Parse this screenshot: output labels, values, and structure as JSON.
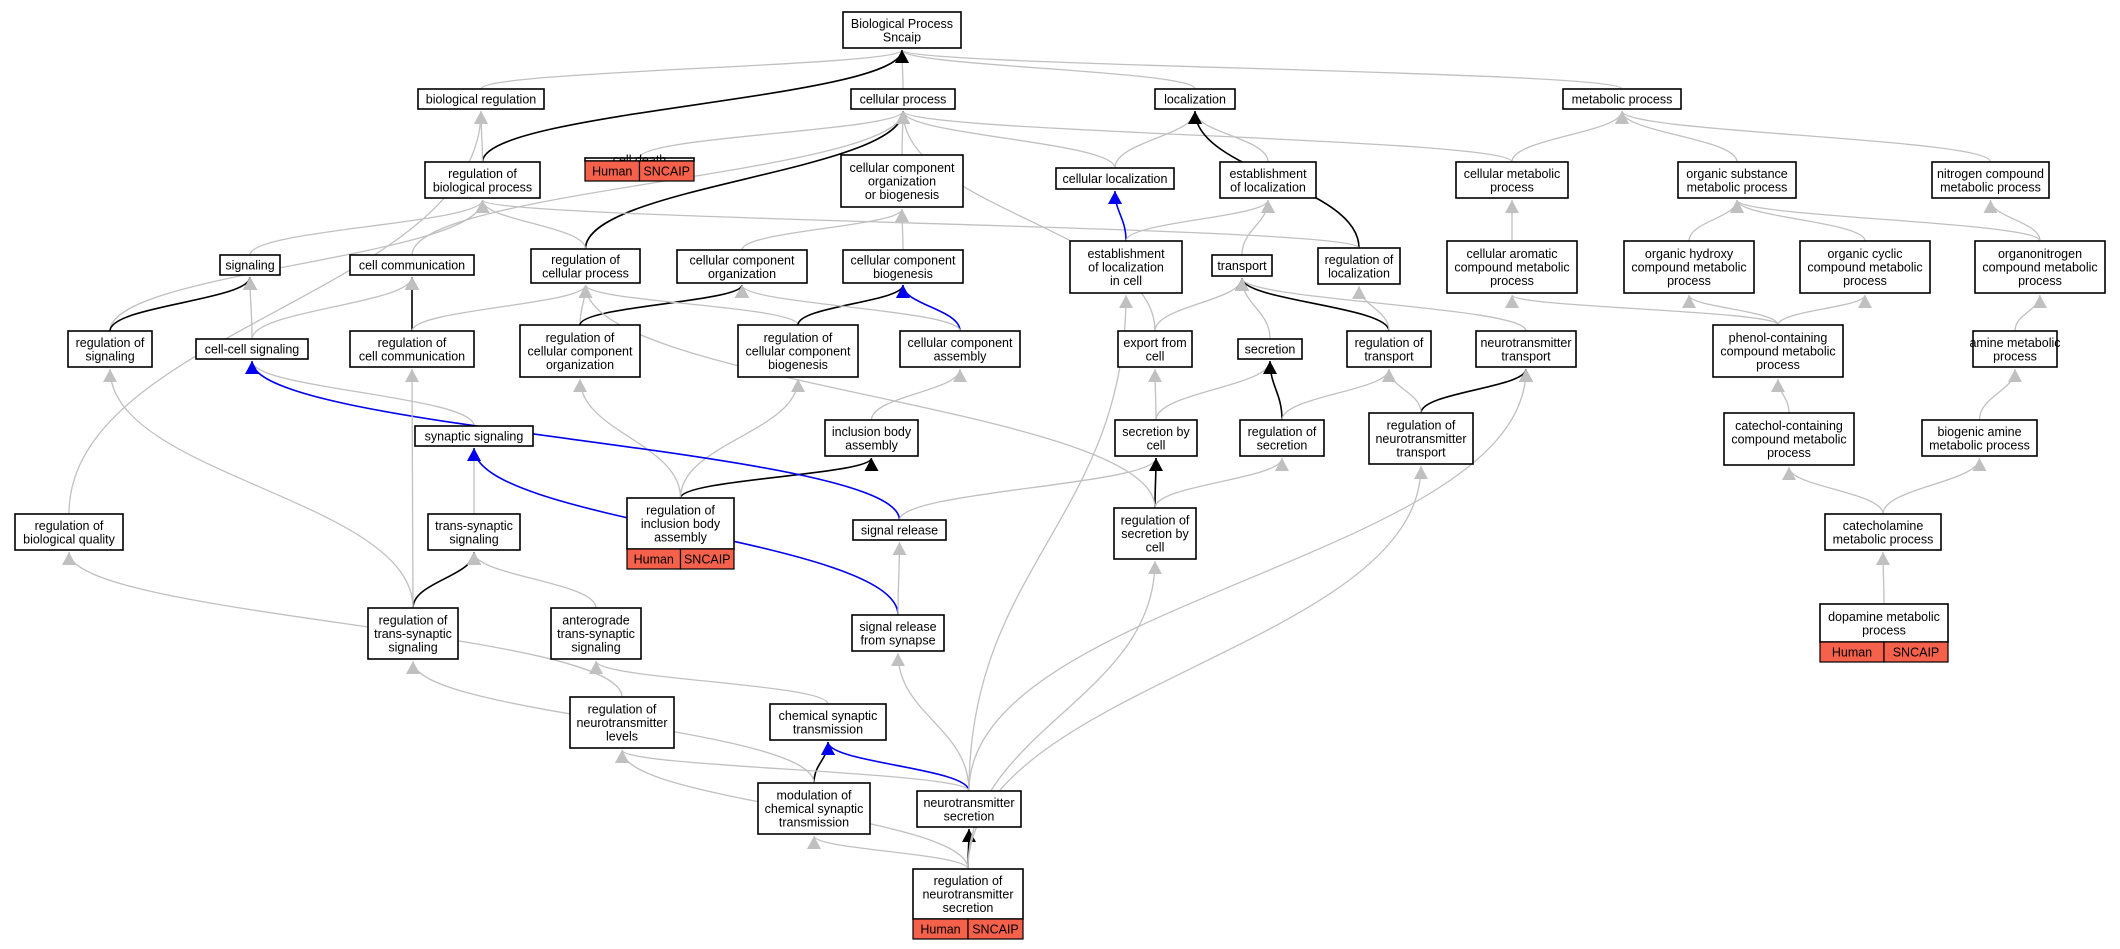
{
  "colors": {
    "edge_gray": "#c0c0c0",
    "edge_black": "#000000",
    "edge_blue": "#0000ee",
    "node_fill": "#ffffff",
    "badge_fill": "#f5614b"
  },
  "nodes": {
    "bp": {
      "lines": [
        "Biological Process",
        "Sncaip"
      ]
    },
    "breg": {
      "lines": [
        "biological regulation"
      ]
    },
    "cp": {
      "lines": [
        "cellular process"
      ]
    },
    "loc": {
      "lines": [
        "localization"
      ]
    },
    "mp": {
      "lines": [
        "metabolic process"
      ]
    },
    "rbp": {
      "lines": [
        "regulation of",
        "biological process"
      ]
    },
    "cd": {
      "lines": [
        "cell death"
      ],
      "badge": [
        "Human",
        "SNCAIP"
      ]
    },
    "ccob": {
      "lines": [
        "cellular component",
        "organization",
        "or biogenesis"
      ]
    },
    "cloc": {
      "lines": [
        "cellular localization"
      ]
    },
    "eloc": {
      "lines": [
        "establishment",
        "of localization"
      ]
    },
    "cmp": {
      "lines": [
        "cellular metabolic",
        "process"
      ]
    },
    "osmp": {
      "lines": [
        "organic substance",
        "metabolic process"
      ]
    },
    "ncmp": {
      "lines": [
        "nitrogen compound",
        "metabolic process"
      ]
    },
    "sig": {
      "lines": [
        "signaling"
      ]
    },
    "cc": {
      "lines": [
        "cell communication"
      ]
    },
    "rcp": {
      "lines": [
        "regulation of",
        "cellular process"
      ]
    },
    "cco": {
      "lines": [
        "cellular component",
        "organization"
      ]
    },
    "ccb": {
      "lines": [
        "cellular component",
        "biogenesis"
      ]
    },
    "elic": {
      "lines": [
        "establishment",
        "of localization",
        "in cell"
      ]
    },
    "tr": {
      "lines": [
        "transport"
      ]
    },
    "rloc": {
      "lines": [
        "regulation of",
        "localization"
      ]
    },
    "cacmp": {
      "lines": [
        "cellular aromatic",
        "compound metabolic",
        "process"
      ]
    },
    "ohcmp": {
      "lines": [
        "organic hydroxy",
        "compound metabolic",
        "process"
      ]
    },
    "occmp": {
      "lines": [
        "organic cyclic",
        "compound metabolic",
        "process"
      ]
    },
    "oncmp": {
      "lines": [
        "organonitrogen",
        "compound metabolic",
        "process"
      ]
    },
    "rsig": {
      "lines": [
        "regulation of",
        "signaling"
      ]
    },
    "ccs": {
      "lines": [
        "cell-cell signaling"
      ]
    },
    "rcc": {
      "lines": [
        "regulation of",
        "cell communication"
      ]
    },
    "rcco": {
      "lines": [
        "regulation of",
        "cellular component",
        "organization"
      ]
    },
    "rccb": {
      "lines": [
        "regulation of",
        "cellular component",
        "biogenesis"
      ]
    },
    "cca": {
      "lines": [
        "cellular component",
        "assembly"
      ]
    },
    "efc": {
      "lines": [
        "export from",
        "cell"
      ]
    },
    "sec": {
      "lines": [
        "secretion"
      ]
    },
    "rtr": {
      "lines": [
        "regulation of",
        "transport"
      ]
    },
    "ntt": {
      "lines": [
        "neurotransmitter",
        "transport"
      ]
    },
    "pccmp": {
      "lines": [
        "phenol-containing",
        "compound metabolic",
        "process"
      ]
    },
    "amp": {
      "lines": [
        "amine metabolic",
        "process"
      ]
    },
    "ssig": {
      "lines": [
        "synaptic signaling"
      ]
    },
    "iba": {
      "lines": [
        "inclusion body",
        "assembly"
      ]
    },
    "sbc": {
      "lines": [
        "secretion by",
        "cell"
      ]
    },
    "rsec": {
      "lines": [
        "regulation of",
        "secretion"
      ]
    },
    "rntt": {
      "lines": [
        "regulation of",
        "neurotransmitter",
        "transport"
      ]
    },
    "ctcmp": {
      "lines": [
        "catechol-containing",
        "compound metabolic",
        "process"
      ]
    },
    "bamp": {
      "lines": [
        "biogenic amine",
        "metabolic process"
      ]
    },
    "rbq": {
      "lines": [
        "regulation of",
        "biological quality"
      ]
    },
    "tss": {
      "lines": [
        "trans-synaptic",
        "signaling"
      ]
    },
    "riba": {
      "lines": [
        "regulation of",
        "inclusion body",
        "assembly"
      ],
      "badge": [
        "Human",
        "SNCAIP"
      ]
    },
    "sr": {
      "lines": [
        "signal release"
      ]
    },
    "rsbc": {
      "lines": [
        "regulation of",
        "secretion by",
        "cell"
      ]
    },
    "camp": {
      "lines": [
        "catecholamine",
        "metabolic process"
      ]
    },
    "rtss": {
      "lines": [
        "regulation of",
        "trans-synaptic",
        "signaling"
      ]
    },
    "atss": {
      "lines": [
        "anterograde",
        "trans-synaptic",
        "signaling"
      ]
    },
    "srfs": {
      "lines": [
        "signal release",
        "from synapse"
      ]
    },
    "dmp": {
      "lines": [
        "dopamine metabolic",
        "process"
      ],
      "badge": [
        "Human",
        "SNCAIP"
      ]
    },
    "rntl": {
      "lines": [
        "regulation of",
        "neurotransmitter",
        "levels"
      ]
    },
    "cst": {
      "lines": [
        "chemical synaptic",
        "transmission"
      ]
    },
    "mcst": {
      "lines": [
        "modulation of",
        "chemical synaptic",
        "transmission"
      ]
    },
    "nts": {
      "lines": [
        "neurotransmitter",
        "secretion"
      ]
    },
    "rnts": {
      "lines": [
        "regulation of",
        "neurotransmitter",
        "secretion"
      ],
      "badge": [
        "Human",
        "SNCAIP"
      ]
    }
  },
  "edges": [
    {
      "from": "breg",
      "to": "bp",
      "color": "gray"
    },
    {
      "from": "cp",
      "to": "bp",
      "color": "gray"
    },
    {
      "from": "loc",
      "to": "bp",
      "color": "gray"
    },
    {
      "from": "mp",
      "to": "bp",
      "color": "gray"
    },
    {
      "from": "rbp",
      "to": "bp",
      "color": "black"
    },
    {
      "from": "rbp",
      "to": "breg",
      "color": "gray"
    },
    {
      "from": "cd",
      "to": "cp",
      "color": "gray"
    },
    {
      "from": "ccob",
      "to": "cp",
      "color": "gray"
    },
    {
      "from": "cloc",
      "to": "cp",
      "color": "gray"
    },
    {
      "from": "cmp",
      "to": "cp",
      "color": "gray"
    },
    {
      "from": "cloc",
      "to": "loc",
      "color": "gray"
    },
    {
      "from": "eloc",
      "to": "loc",
      "color": "gray"
    },
    {
      "from": "rloc",
      "to": "loc",
      "color": "black"
    },
    {
      "from": "cmp",
      "to": "mp",
      "color": "gray"
    },
    {
      "from": "osmp",
      "to": "mp",
      "color": "gray"
    },
    {
      "from": "ncmp",
      "to": "mp",
      "color": "gray"
    },
    {
      "from": "rcp",
      "to": "cp",
      "color": "black"
    },
    {
      "from": "rcp",
      "to": "rbp",
      "color": "gray"
    },
    {
      "from": "sig",
      "to": "rbp",
      "color": "gray"
    },
    {
      "from": "rsig",
      "to": "rbp",
      "color": "gray"
    },
    {
      "from": "rloc",
      "to": "rbp",
      "color": "gray"
    },
    {
      "from": "rsig",
      "to": "sig",
      "color": "black"
    },
    {
      "from": "ccs",
      "to": "sig",
      "color": "gray"
    },
    {
      "from": "rcc",
      "to": "cc",
      "color": "black"
    },
    {
      "from": "ccs",
      "to": "cc",
      "color": "gray"
    },
    {
      "from": "cc",
      "to": "cp",
      "color": "gray"
    },
    {
      "from": "cco",
      "to": "ccob",
      "color": "gray"
    },
    {
      "from": "ccb",
      "to": "ccob",
      "color": "gray"
    },
    {
      "from": "elic",
      "to": "cloc",
      "color": "blue"
    },
    {
      "from": "elic",
      "to": "eloc",
      "color": "gray"
    },
    {
      "from": "tr",
      "to": "eloc",
      "color": "gray"
    },
    {
      "from": "cacmp",
      "to": "cmp",
      "color": "gray"
    },
    {
      "from": "ohcmp",
      "to": "osmp",
      "color": "gray"
    },
    {
      "from": "occmp",
      "to": "osmp",
      "color": "gray"
    },
    {
      "from": "oncmp",
      "to": "osmp",
      "color": "gray"
    },
    {
      "from": "oncmp",
      "to": "ncmp",
      "color": "gray"
    },
    {
      "from": "rcc",
      "to": "rcp",
      "color": "gray"
    },
    {
      "from": "rcco",
      "to": "rcp",
      "color": "gray"
    },
    {
      "from": "rcco",
      "to": "cco",
      "color": "black"
    },
    {
      "from": "rccb",
      "to": "rcp",
      "color": "gray"
    },
    {
      "from": "rccb",
      "to": "ccb",
      "color": "black"
    },
    {
      "from": "cca",
      "to": "ccb",
      "color": "blue"
    },
    {
      "from": "cca",
      "to": "cco",
      "color": "gray"
    },
    {
      "from": "efc",
      "to": "tr",
      "color": "gray"
    },
    {
      "from": "efc",
      "to": "cp",
      "color": "gray"
    },
    {
      "from": "sec",
      "to": "tr",
      "color": "gray"
    },
    {
      "from": "rtr",
      "to": "tr",
      "color": "black"
    },
    {
      "from": "rtr",
      "to": "rloc",
      "color": "gray"
    },
    {
      "from": "ntt",
      "to": "tr",
      "color": "gray"
    },
    {
      "from": "pccmp",
      "to": "cacmp",
      "color": "gray"
    },
    {
      "from": "pccmp",
      "to": "ohcmp",
      "color": "gray"
    },
    {
      "from": "pccmp",
      "to": "occmp",
      "color": "gray"
    },
    {
      "from": "amp",
      "to": "oncmp",
      "color": "gray"
    },
    {
      "from": "ssig",
      "to": "ccs",
      "color": "gray"
    },
    {
      "from": "iba",
      "to": "cca",
      "color": "gray"
    },
    {
      "from": "sbc",
      "to": "efc",
      "color": "gray"
    },
    {
      "from": "sbc",
      "to": "sec",
      "color": "gray"
    },
    {
      "from": "rsec",
      "to": "sec",
      "color": "black"
    },
    {
      "from": "rsec",
      "to": "rtr",
      "color": "gray"
    },
    {
      "from": "rntt",
      "to": "ntt",
      "color": "black"
    },
    {
      "from": "rntt",
      "to": "rtr",
      "color": "gray"
    },
    {
      "from": "ctcmp",
      "to": "pccmp",
      "color": "gray"
    },
    {
      "from": "bamp",
      "to": "amp",
      "color": "gray"
    },
    {
      "from": "rbq",
      "to": "breg",
      "color": "gray"
    },
    {
      "from": "tss",
      "to": "ssig",
      "color": "gray"
    },
    {
      "from": "riba",
      "to": "iba",
      "color": "black"
    },
    {
      "from": "riba",
      "to": "rcco",
      "color": "gray"
    },
    {
      "from": "riba",
      "to": "rccb",
      "color": "gray"
    },
    {
      "from": "sr",
      "to": "ccs",
      "color": "blue"
    },
    {
      "from": "sr",
      "to": "sbc",
      "color": "gray"
    },
    {
      "from": "rsbc",
      "to": "sbc",
      "color": "black"
    },
    {
      "from": "rsbc",
      "to": "rsec",
      "color": "gray"
    },
    {
      "from": "rsbc",
      "to": "rcp",
      "color": "gray"
    },
    {
      "from": "camp",
      "to": "ctcmp",
      "color": "gray"
    },
    {
      "from": "camp",
      "to": "bamp",
      "color": "gray"
    },
    {
      "from": "rtss",
      "to": "tss",
      "color": "black"
    },
    {
      "from": "rtss",
      "to": "rsig",
      "color": "gray"
    },
    {
      "from": "rtss",
      "to": "rcc",
      "color": "gray"
    },
    {
      "from": "atss",
      "to": "tss",
      "color": "gray"
    },
    {
      "from": "srfs",
      "to": "ssig",
      "color": "blue"
    },
    {
      "from": "srfs",
      "to": "sr",
      "color": "gray"
    },
    {
      "from": "dmp",
      "to": "camp",
      "color": "gray"
    },
    {
      "from": "rntl",
      "to": "rbq",
      "color": "gray"
    },
    {
      "from": "cst",
      "to": "atss",
      "color": "gray"
    },
    {
      "from": "mcst",
      "to": "cst",
      "color": "black"
    },
    {
      "from": "mcst",
      "to": "rtss",
      "color": "gray"
    },
    {
      "from": "nts",
      "to": "cst",
      "color": "blue"
    },
    {
      "from": "nts",
      "to": "srfs",
      "color": "gray"
    },
    {
      "from": "nts",
      "to": "rntl",
      "color": "gray"
    },
    {
      "from": "nts",
      "to": "ntt",
      "color": "gray"
    },
    {
      "from": "nts",
      "to": "elic",
      "color": "gray"
    },
    {
      "from": "rnts",
      "to": "nts",
      "color": "black"
    },
    {
      "from": "rnts",
      "to": "mcst",
      "color": "gray"
    },
    {
      "from": "rnts",
      "to": "rntl",
      "color": "gray"
    },
    {
      "from": "rnts",
      "to": "rsbc",
      "color": "gray"
    },
    {
      "from": "rnts",
      "to": "rntt",
      "color": "gray"
    }
  ]
}
